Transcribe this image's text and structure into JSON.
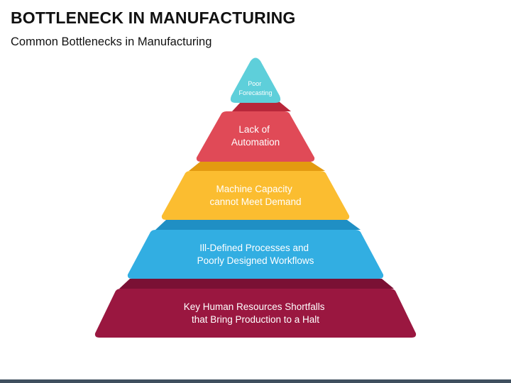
{
  "header": {
    "title": "BOTTLENECK IN MANUFACTURING",
    "subtitle": "Common Bottlenecks in Manufacturing"
  },
  "pyramid": {
    "levels": [
      {
        "lines": [
          "Poor",
          "Forecasting"
        ],
        "color": "#5ecfda",
        "shadow": "#3fb6c3"
      },
      {
        "lines": [
          "Lack of",
          "Automation"
        ],
        "color": "#e04a57",
        "shadow": "#b8273a"
      },
      {
        "lines": [
          "Machine Capacity",
          "cannot Meet Demand"
        ],
        "color": "#fbbd30",
        "shadow": "#e39a10"
      },
      {
        "lines": [
          "Ill-Defined Processes and",
          "Poorly Designed Workflows"
        ],
        "color": "#32aee2",
        "shadow": "#1f8fc4"
      },
      {
        "lines": [
          "Key Human Resources Shortfalls",
          "that Bring Production to a Halt"
        ],
        "color": "#9a1740",
        "shadow": "#7a1034"
      }
    ]
  }
}
